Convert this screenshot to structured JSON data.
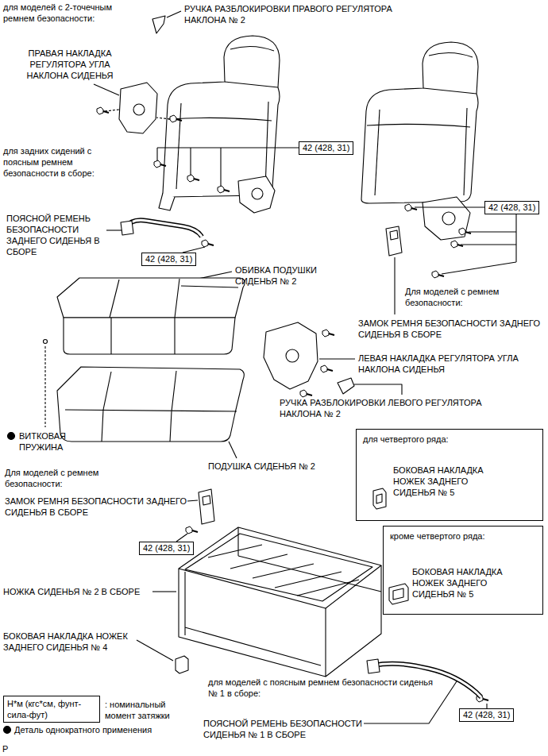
{
  "diagram": {
    "nodes": [
      {
        "text": [
          "42 (428, 31)"
        ]
      },
      {
        "text": [
          "42 (428, 31)"
        ]
      },
      {
        "text": [
          "42 (428, 31)"
        ]
      },
      {
        "text": [
          "для четвертого ряда:",
          "БОКОВАЯ НАКЛАДКА НОЖЕК ЗАДНЕГО СИДЕНЬЯ № 5"
        ]
      },
      {
        "text": [
          "кроме четвертого ряда:",
          "БОКОВАЯ НАКЛАДКА НОЖЕК ЗАДНЕГО СИДЕНЬЯ № 5"
        ]
      },
      {
        "text": [
          "42 (428, 31)"
        ]
      },
      {
        "text": [
          "42 (428, 31)"
        ]
      },
      {
        "text": [
          "Н*м (кгс*см, фунт-сила-фут)"
        ]
      }
    ],
    "labels": [
      "для моделей с 2-точечным ремнем безопасности:",
      "РУЧКА РАЗБЛОКИРОВКИ ПРАВОГО РЕГУЛЯТОРА НАКЛОНА № 2",
      "ПРАВАЯ НАКЛАДКА РЕГУЛЯТОРА УГЛА НАКЛОНА СИДЕНЬЯ",
      "для задних сидений с поясным ремнем безопасности в сборе:",
      "ПОЯСНОЙ РЕМЕНЬ БЕЗОПАСНОСТИ ЗАДНЕГО СИДЕНЬЯ В СБОРЕ",
      "ОБИВКА ПОДУШКИ СИДЕНЬЯ № 2",
      "Для моделей с ремнем безопасности:",
      "ЗАМОК РЕМНЯ БЕЗОПАСНОСТИ ЗАДНЕГО СИДЕНЬЯ В СБОРЕ",
      "ЛЕВАЯ НАКЛАДКА РЕГУЛЯТОРА УГЛА НАКЛОНА СИДЕНЬЯ",
      "РУЧКА РАЗБЛОКИРОВКИ ЛЕВОГО РЕГУЛЯТОРА НАКЛОНА № 2",
      "ВИТКОВАЯ ПРУЖИНА",
      "ПОДУШКА СИДЕНЬЯ № 2",
      "Для моделей с ремнем безопасности:",
      "ЗАМОК РЕМНЯ БЕЗОПАСНОСТИ ЗАДНЕГО СИДЕНЬЯ В СБОРЕ",
      "НОЖКА СИДЕНЬЯ № 2 В СБОРЕ",
      "БОКОВАЯ НАКЛАДКА НОЖЕК ЗАДНЕГО СИДЕНЬЯ № 4",
      "для моделей с поясным ремнем безопасности сиденья № 1 в сборе:",
      "ПОЯСНОЙ РЕМЕНЬ БЕЗОПАСНОСТИ СИДЕНЬЯ № 1 В СБОРЕ",
      "P"
    ],
    "legend": [
      {
        "text": ": номинальный момент затяжки"
      },
      {
        "text": "Деталь однократного применения"
      }
    ]
  }
}
